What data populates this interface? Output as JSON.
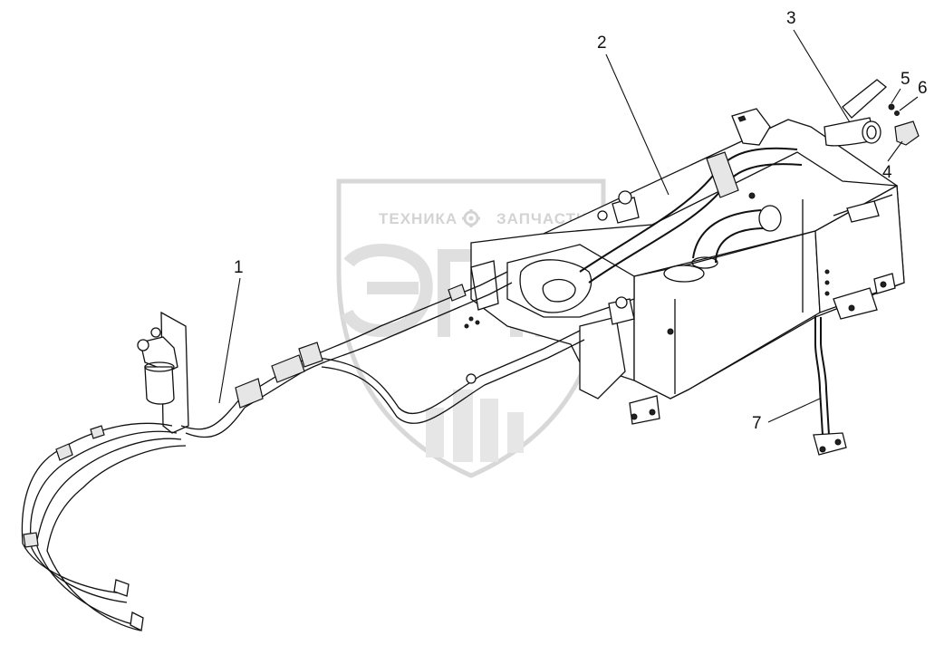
{
  "watermark": {
    "left_word": "ТЕХНИКА",
    "right_word": "ЗАПЧАСТИ",
    "gear_icon": "gear-icon"
  },
  "callouts": [
    {
      "id": "1",
      "label": "1"
    },
    {
      "id": "2",
      "label": "2"
    },
    {
      "id": "3",
      "label": "3"
    },
    {
      "id": "4",
      "label": "4"
    },
    {
      "id": "5",
      "label": "5"
    },
    {
      "id": "6",
      "label": "6"
    },
    {
      "id": "7",
      "label": "7"
    }
  ],
  "colors": {
    "line": "#111111",
    "watermark": "#cfcfcf",
    "background": "#ffffff"
  }
}
